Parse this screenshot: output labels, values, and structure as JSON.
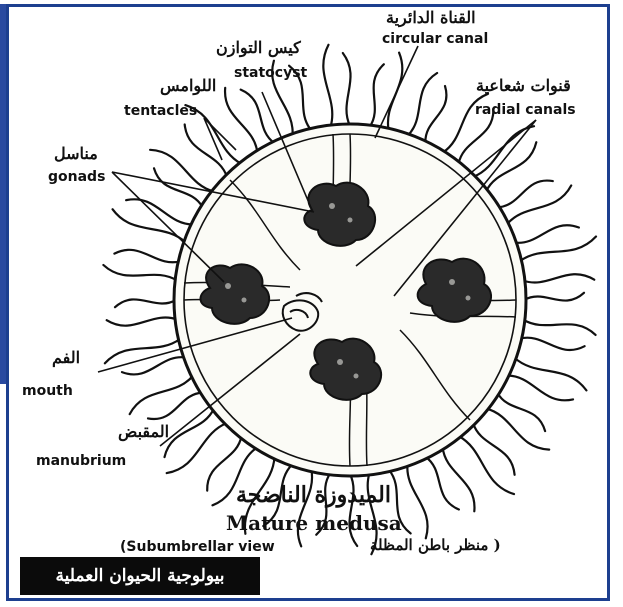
{
  "labels": {
    "circular_canal_ar": "القناة الدائرية",
    "circular_canal_en": "circular canal",
    "statocyst_ar": "كيس التوازن",
    "statocyst_en": "statocyst",
    "tentacles_ar": "اللوامس",
    "tentacles_en": "tentacles",
    "radial_canals_ar": "قنوات شعاعية",
    "radial_canals_en": "radial canals",
    "gonads_ar": "مناسل",
    "gonads_en": "gonads",
    "mouth_ar": "الفم",
    "mouth_en": "mouth",
    "manubrium_ar": "المقبض",
    "manubrium_en": "manubrium"
  },
  "caption": {
    "title_ar": "الميدوزة الناضجة",
    "title_en": "Mature medusa",
    "subtitle_en": "(Subumbrellar view",
    "subtitle_ar": "( منظر باطن المظلة"
  },
  "banner": {
    "text": "بيولوجية الحيوان العملية"
  },
  "colors": {
    "frame": "#1d3f8f",
    "ink": "#111111",
    "banner_bg": "#0b0b0b",
    "banner_text": "#ffffff"
  }
}
